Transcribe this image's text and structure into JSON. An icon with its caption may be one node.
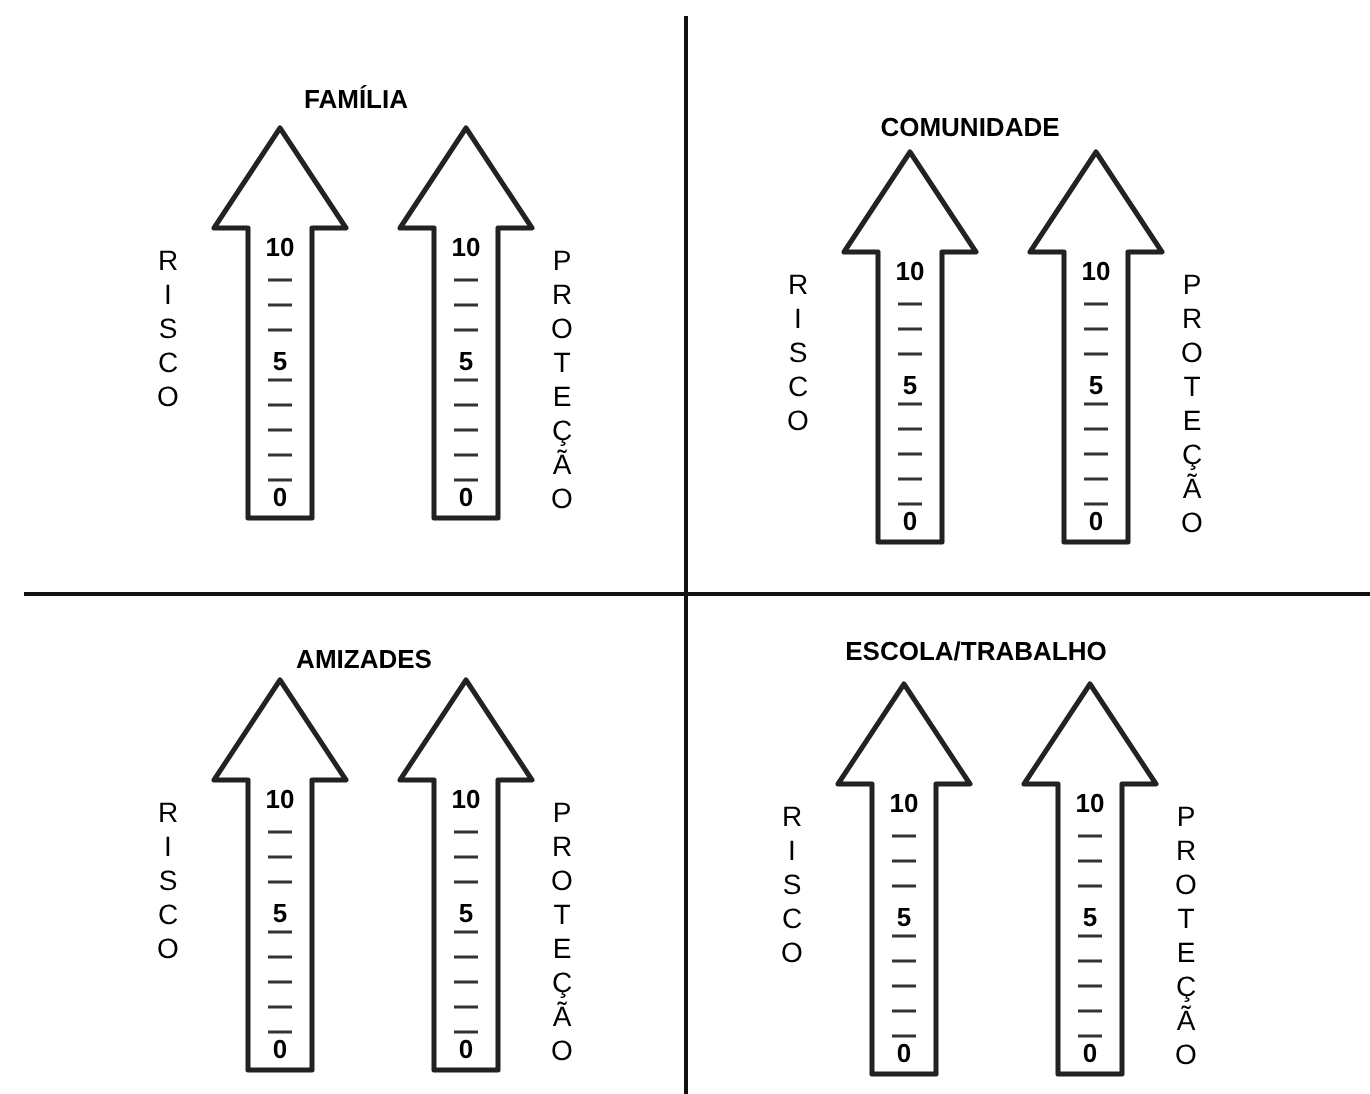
{
  "diagram": {
    "nodes": [
      {
        "text": [
          "10",
          "5",
          "0"
        ],
        "beside": [
          "RISCO"
        ]
      },
      {
        "text": [
          "10",
          "5",
          "0"
        ],
        "beside": [
          "PROTEÇÃO"
        ]
      },
      {
        "text": [
          "10",
          "5",
          "0"
        ],
        "beside": [
          "RISCO"
        ]
      },
      {
        "text": [
          "10",
          "5",
          "0"
        ],
        "beside": [
          "PROTEÇÃO"
        ]
      },
      {
        "text": [
          "10",
          "5",
          "0"
        ],
        "beside": [
          "RISCO"
        ]
      },
      {
        "text": [
          "10",
          "5",
          "0"
        ],
        "beside": [
          "PROTEÇÃO"
        ]
      },
      {
        "text": [
          "10",
          "5",
          "0"
        ],
        "beside": [
          "RISCO"
        ]
      },
      {
        "text": [
          "10",
          "5",
          "0"
        ],
        "beside": [
          "PROTEÇÃO"
        ]
      }
    ],
    "edges": [],
    "labels": [
      "FAMÍLIA",
      "COMUNIDADE",
      "AMIZADES",
      "ESCOLA/TRABALHO"
    ]
  }
}
